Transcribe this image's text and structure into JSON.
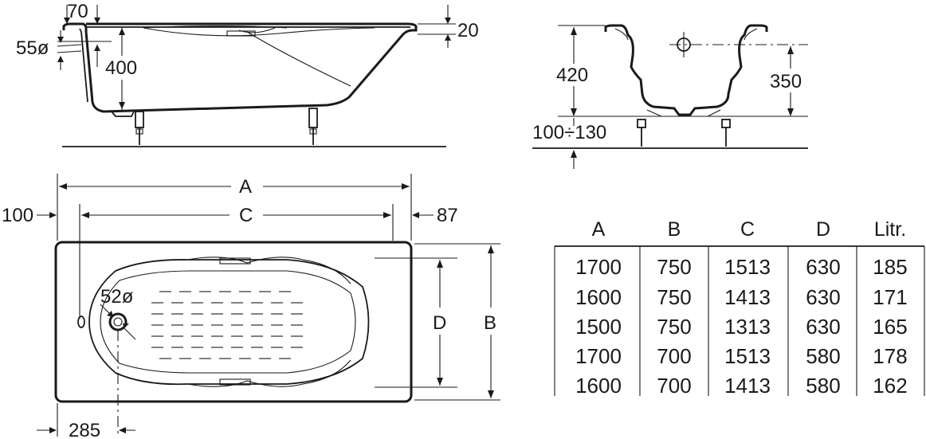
{
  "dimensions": {
    "side_view": {
      "rim_width": "70",
      "overflow_diameter": "55ø",
      "depth": "400",
      "rim_height": "20"
    },
    "end_view": {
      "height": "420",
      "overflow_height": "350",
      "leg_range": "100÷130"
    },
    "top_view": {
      "length_label": "A",
      "inner_length_label": "C",
      "inner_width_label": "D",
      "width_label": "B",
      "left_offset": "100",
      "right_offset": "87",
      "drain_diameter": "52ø",
      "drain_offset": "285"
    }
  },
  "table": {
    "headers": [
      "A",
      "B",
      "C",
      "D",
      "Litr."
    ],
    "rows": [
      [
        "1700",
        "750",
        "1513",
        "630",
        "185"
      ],
      [
        "1600",
        "750",
        "1413",
        "630",
        "171"
      ],
      [
        "1500",
        "750",
        "1313",
        "630",
        "165"
      ],
      [
        "1700",
        "700",
        "1513",
        "580",
        "178"
      ],
      [
        "1600",
        "700",
        "1413",
        "580",
        "162"
      ]
    ]
  }
}
